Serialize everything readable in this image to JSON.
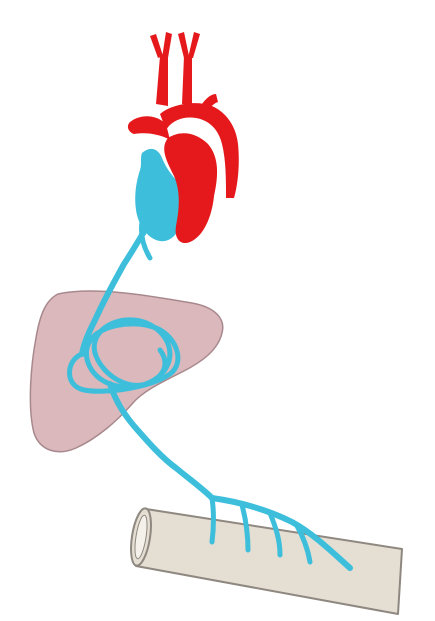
{
  "diagram": {
    "colors": {
      "background": "#ffffff",
      "arterial": "#e5191c",
      "venous": "#3dbfdc",
      "liver_fill": "#d9b2b6",
      "liver_stroke": "#a07f84",
      "intestine_fill": "#e4ded3",
      "intestine_stroke": "#8e8880"
    },
    "structures": [
      "heart",
      "aorta",
      "venous-channel",
      "liver",
      "portal-veins",
      "intestine"
    ]
  }
}
